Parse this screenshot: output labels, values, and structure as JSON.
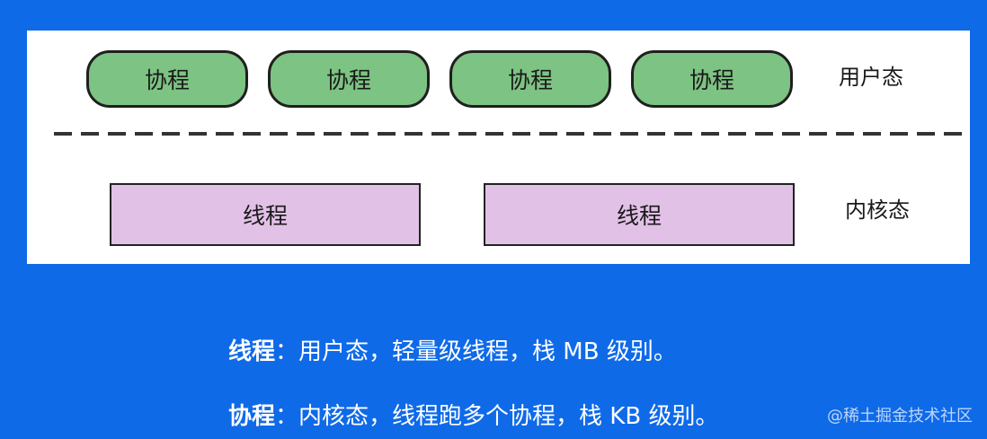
{
  "diagram": {
    "coroutines": [
      "协程",
      "协程",
      "协程",
      "协程"
    ],
    "threads": [
      "线程",
      "线程"
    ],
    "user_space_label": "用户态",
    "kernel_space_label": "内核态"
  },
  "captions": [
    {
      "term": "线程",
      "sep": "：",
      "text": "用户态，轻量级线程，栈 MB 级别。"
    },
    {
      "term": "协程",
      "sep": "：",
      "text": "内核态，线程跑多个协程，栈 KB 级别。"
    }
  ],
  "watermark": "@稀土掘金技术社区",
  "colors": {
    "background": "#0f6ae8",
    "coroutine_fill": "#7dc383",
    "thread_fill": "#e2c1e7"
  }
}
